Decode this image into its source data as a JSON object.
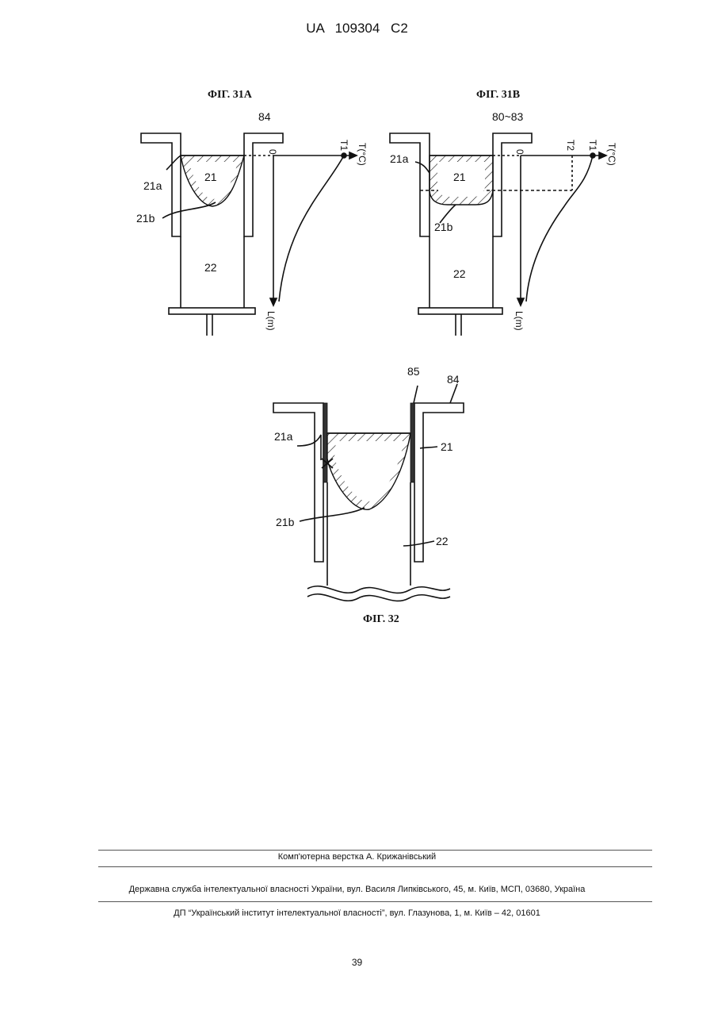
{
  "header": {
    "patent_number": "UA   109304   C2"
  },
  "figures": {
    "fig31a": {
      "caption": "ФІГ. 31А",
      "labels": {
        "ref84": "84",
        "ref21a": "21a",
        "ref21": "21",
        "ref21b": "21b",
        "ref22": "22",
        "origin": "0",
        "t1": "T1",
        "taxis": "T(°C)",
        "laxis": "L(m)"
      }
    },
    "fig31b": {
      "caption": "ФІГ. 31В",
      "labels": {
        "ref8083": "80~83",
        "ref21a": "21a",
        "ref21": "21",
        "ref21b": "21b",
        "ref22": "22",
        "origin": "0",
        "t1": "T1",
        "t2": "T2",
        "taxis": "T(°C)",
        "laxis": "L(m)"
      }
    },
    "fig32": {
      "caption": "ФІГ. 32",
      "labels": {
        "ref85": "85",
        "ref84": "84",
        "ref21a": "21a",
        "ref21": "21",
        "ref21b": "21b",
        "ref22": "22"
      }
    }
  },
  "footer": {
    "layout": "Комп'ютерна верстка А. Крижанівський",
    "agency": "Державна служба інтелектуальної власності України, вул. Василя Липківського, 45, м. Київ, МСП, 03680, Україна",
    "institute": "ДП “Український інститут інтелектуальної власності”, вул. Глазунова, 1, м. Київ – 42, 01601"
  },
  "page_number": "39"
}
